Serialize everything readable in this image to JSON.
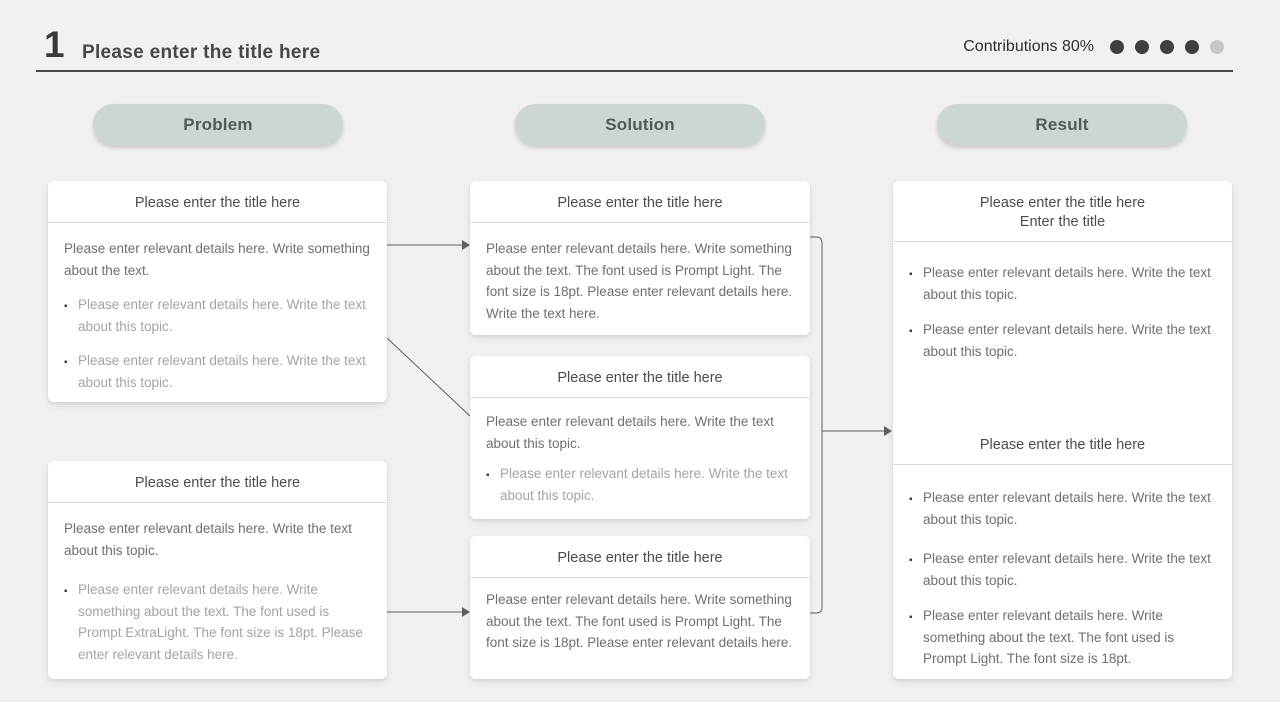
{
  "header": {
    "number": "1",
    "title": "Please enter the title here",
    "contributions": "Contributions 80%"
  },
  "progress": {
    "percent": 80,
    "dots_total": 5,
    "dots_filled": 4
  },
  "pills": {
    "problem": "Problem",
    "solution": "Solution",
    "result": "Result"
  },
  "problem": {
    "card1": {
      "title": "Please enter the title here",
      "para": "Please enter relevant details here. Write something about the text.",
      "bullets": [
        "Please enter relevant details here. Write the text about this topic.",
        "Please enter relevant details here. Write the text about this topic."
      ]
    },
    "card2": {
      "title": "Please enter the title here",
      "para": "Please enter relevant details here. Write the text about this topic.",
      "bullets": [
        "Please enter relevant details here. Write something about the text. The font used is Prompt ExtraLight. The font size is 18pt. Please enter relevant details here."
      ]
    }
  },
  "solution": {
    "card1": {
      "title": "Please enter the title here",
      "para": "Please enter relevant details here. Write something about the text. The font used is Prompt Light. The font size is 18pt. Please enter relevant details here. Write the text here."
    },
    "card2": {
      "title": "Please enter the title here",
      "para": "Please enter relevant details here. Write the text about this topic.",
      "bullets": [
        "Please enter relevant details here. Write the text about this topic."
      ]
    },
    "card3": {
      "title": "Please enter the title here",
      "para": "Please enter relevant details here. Write something about the text. The font used is Prompt Light. The font size is 18pt. Please enter relevant details here."
    }
  },
  "result": {
    "section1": {
      "title_line1": "Please enter the title here",
      "title_line2": "Enter the title",
      "bullets": [
        "Please enter relevant details here. Write the text about this topic.",
        "Please enter relevant details here. Write the text about this topic."
      ]
    },
    "section2": {
      "title": "Please enter the title here",
      "bullets": [
        "Please enter relevant details here. Write the text about this topic.",
        "Please enter relevant details here. Write the text about this topic.",
        "Please enter relevant details here. Write something about the text. The font used is Prompt Light. The font size is 18pt."
      ]
    }
  },
  "colors": {
    "background": "#f2f1ef",
    "pill": "#ccd7d0",
    "pill_text": "#4d5c54",
    "dot_filled": "#3f3f3f",
    "dot_empty": "#c7c7c7",
    "connector": "#5f5f5f"
  }
}
